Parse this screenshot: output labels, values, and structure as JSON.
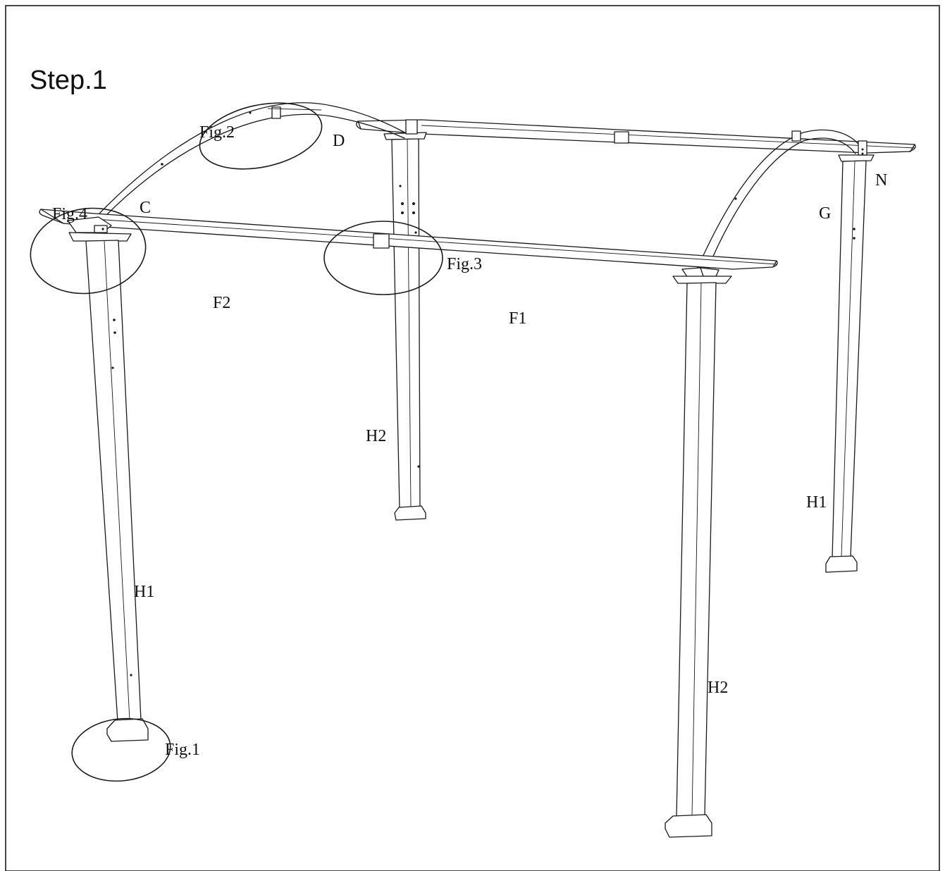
{
  "step_title": "Step.1",
  "part_labels": {
    "arch_front": "C",
    "arch_top": "D",
    "beam_front": "F2",
    "beam_side": "F1",
    "arch_right": "G",
    "connector": "N",
    "post_front_left": "H1",
    "post_back_middle": "H2",
    "post_front_right": "H2",
    "post_back_right": "H1"
  },
  "figure_callouts": {
    "fig1": "Fig.1",
    "fig2": "Fig.2",
    "fig3": "Fig.3",
    "fig4": "Fig.4"
  },
  "colors": {
    "ink": "#1a1a1a",
    "paper": "#ffffff"
  }
}
